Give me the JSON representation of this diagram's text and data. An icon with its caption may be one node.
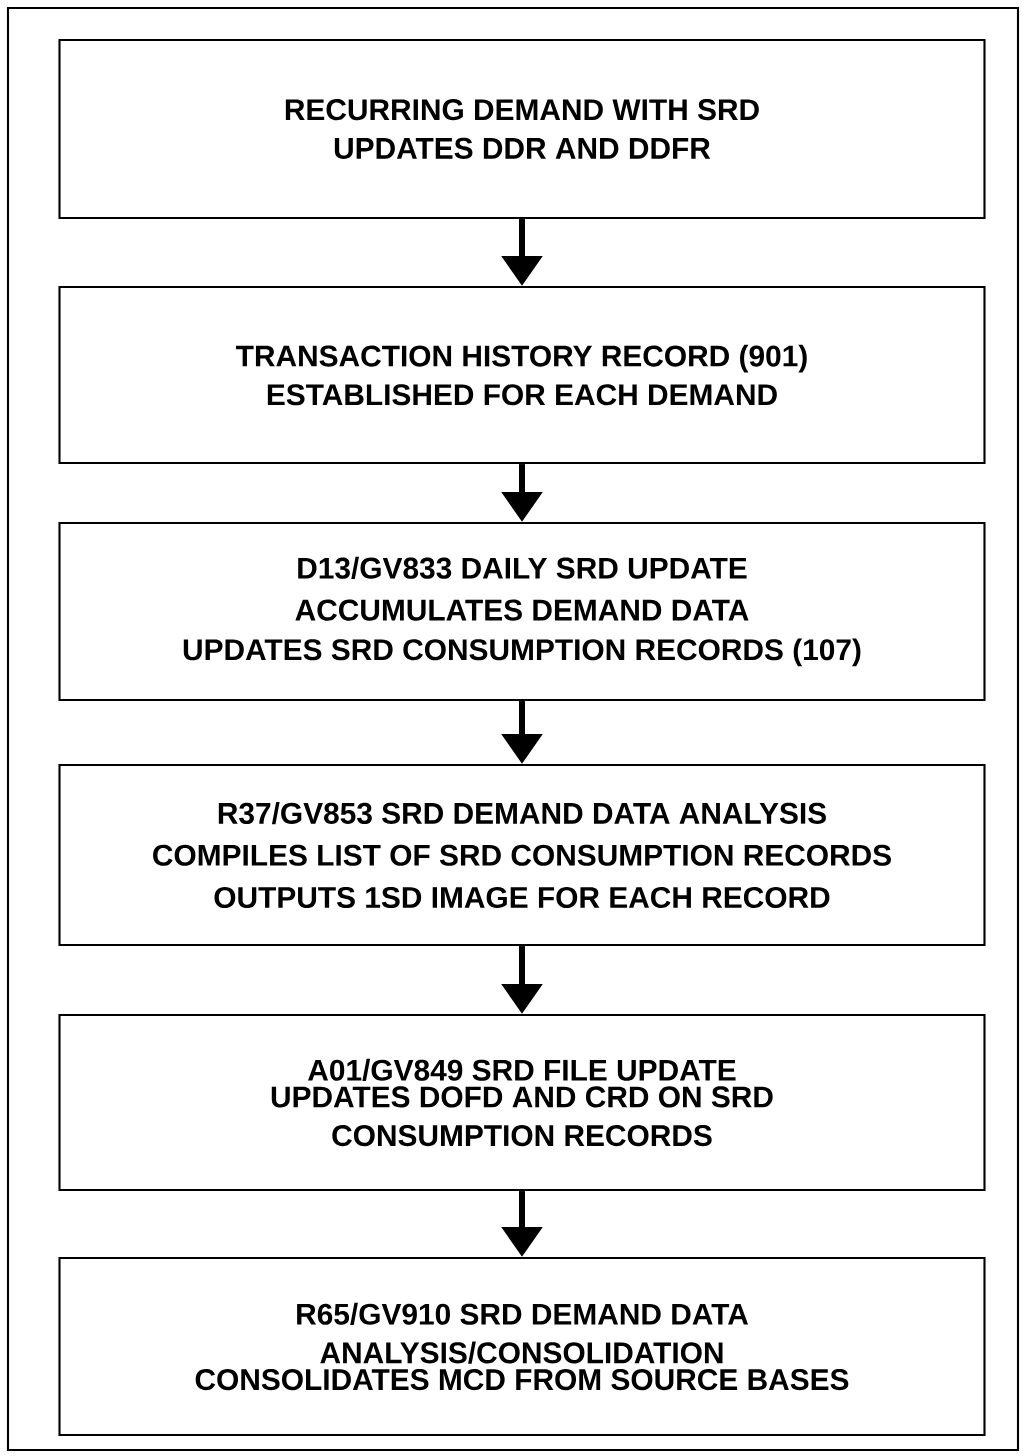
{
  "diagram": {
    "nodes": [
      {
        "text": [
          "RECURRING DEMAND WITH SRD UPDATES DDR AND DDFR"
        ]
      },
      {
        "text": [
          "TRANSACTION HISTORY RECORD (901) ESTABLISHED FOR EACH DEMAND"
        ]
      },
      {
        "text": [
          "D13/GV833 DAILY SRD UPDATE",
          "ACCUMULATES DEMAND DATA",
          "UPDATES SRD CONSUMPTION RECORDS (107)"
        ]
      },
      {
        "text": [
          "R37/GV853 SRD DEMAND DATA ANALYSIS",
          "COMPILES LIST OF SRD CONSUMPTION RECORDS",
          "OUTPUTS 1SD IMAGE FOR EACH RECORD"
        ]
      },
      {
        "text": [
          "A01/GV849 SRD FILE UPDATE",
          "UPDATES DOFD AND CRD ON SRD CONSUMPTION RECORDS"
        ]
      },
      {
        "text": [
          "R65/GV910 SRD DEMAND DATA ANALYSIS/CONSOLIDATION",
          "CONSOLIDATES MCD FROM SOURCE BASES"
        ]
      }
    ],
    "edges": [
      {
        "from": 0,
        "to": 1,
        "arrow": "to"
      },
      {
        "from": 1,
        "to": 2,
        "arrow": "to"
      },
      {
        "from": 2,
        "to": 3,
        "arrow": "to"
      },
      {
        "from": 3,
        "to": 4,
        "arrow": "to"
      },
      {
        "from": 4,
        "to": 5,
        "arrow": "to"
      }
    ]
  }
}
